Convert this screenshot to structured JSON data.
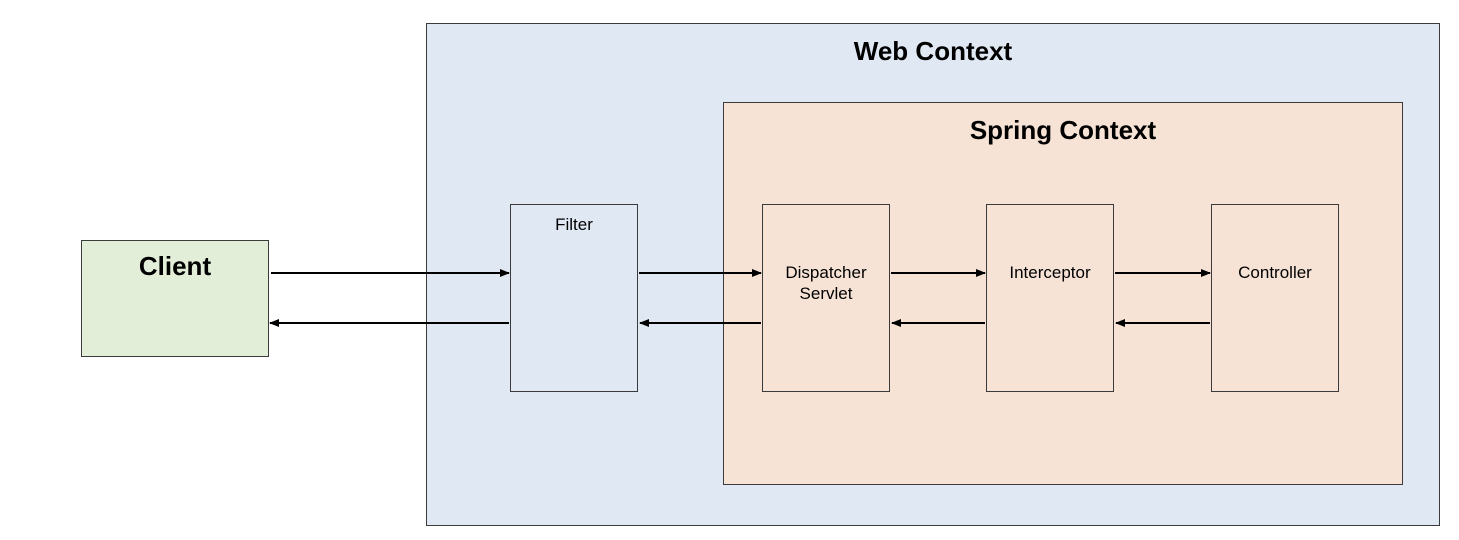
{
  "web_context": {
    "title": "Web Context"
  },
  "spring_context": {
    "title": "Spring Context"
  },
  "client": {
    "label": "Client"
  },
  "filter": {
    "label": "Filter"
  },
  "dispatcher_servlet": {
    "label_line1": "Dispatcher",
    "label_line2": "Servlet"
  },
  "interceptor": {
    "label": "Interceptor"
  },
  "controller": {
    "label": "Controller"
  },
  "colors": {
    "web_context_fill": "#e0e9f3",
    "spring_context_fill": "#f6e3d6",
    "client_fill": "#e3eed9",
    "border": "#3b3b3b",
    "arrow": "#000000"
  }
}
